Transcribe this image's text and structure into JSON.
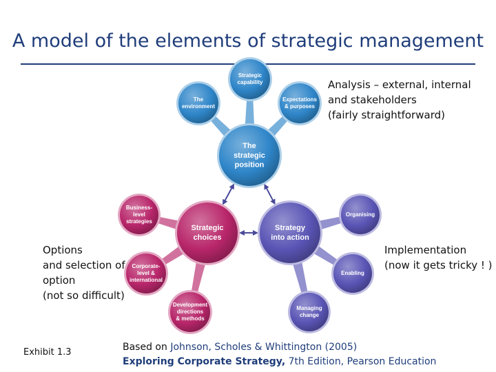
{
  "title": "A model of the elements of strategic management",
  "notes": {
    "analysis": [
      "Analysis – external, internal",
      "and stakeholders",
      "(fairly straightforward)"
    ],
    "options": [
      "Options",
      "and selection of",
      "option",
      "(not so difficult)"
    ],
    "implementation": [
      "Implementation",
      "(now it gets tricky ! )"
    ]
  },
  "exhibit": "Exhibit 1.3",
  "source": {
    "prefix": "Based on ",
    "authors": "Johnson, Scholes & Whittington (2005)",
    "book": "Exploring Corporate Strategy,",
    "edition": " 7th Edition, Pearson Education"
  },
  "diagram": {
    "nodes": [
      {
        "id": "strategic-position",
        "lines": [
          "The",
          "strategic",
          "position"
        ],
        "hub": true,
        "color": "#2f86c9"
      },
      {
        "id": "strategic-capability",
        "lines": [
          "Strategic",
          "capability"
        ],
        "hub": false,
        "color": "#2f86c9"
      },
      {
        "id": "the-environment",
        "lines": [
          "The",
          "environment"
        ],
        "hub": false,
        "color": "#2f86c9"
      },
      {
        "id": "expectations-purposes",
        "lines": [
          "Expectations",
          "& purposes"
        ],
        "hub": false,
        "color": "#2f86c9"
      },
      {
        "id": "strategic-choices",
        "lines": [
          "Strategic",
          "choices"
        ],
        "hub": true,
        "color": "#b8266a"
      },
      {
        "id": "business-level-strategies",
        "lines": [
          "Business-",
          "level",
          "strategies"
        ],
        "hub": false,
        "color": "#b8266a"
      },
      {
        "id": "corporate-level-international",
        "lines": [
          "Corporate-",
          "level &",
          "international"
        ],
        "hub": false,
        "color": "#b8266a"
      },
      {
        "id": "development-directions-methods",
        "lines": [
          "Development",
          "directions",
          "& methods"
        ],
        "hub": false,
        "color": "#b8266a"
      },
      {
        "id": "strategy-into-action",
        "lines": [
          "Strategy",
          "into action"
        ],
        "hub": true,
        "color": "#5a55b5"
      },
      {
        "id": "organising",
        "lines": [
          "Organising"
        ],
        "hub": false,
        "color": "#5a55b5"
      },
      {
        "id": "enabling",
        "lines": [
          "Enabling"
        ],
        "hub": false,
        "color": "#5a55b5"
      },
      {
        "id": "managing-change",
        "lines": [
          "Managing",
          "change"
        ],
        "hub": false,
        "color": "#5a55b5"
      }
    ]
  }
}
